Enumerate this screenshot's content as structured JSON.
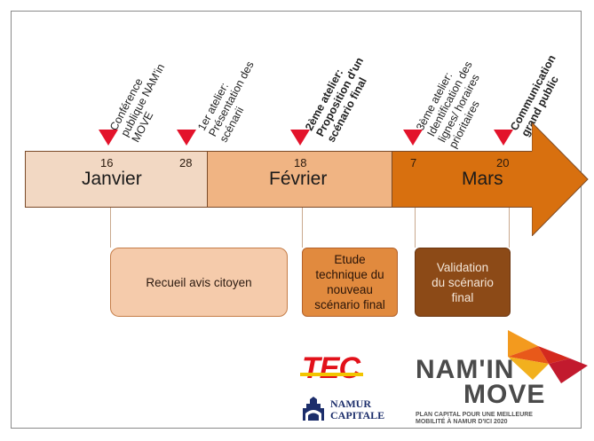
{
  "events": [
    {
      "label": "Conférence\npublique NAM'in\nMOVE",
      "bold": false
    },
    {
      "label": "1er atelier:\nPrésentation des\nscénarii",
      "bold": false
    },
    {
      "label": "2ème atelier:\nProposition d'un\nscénario final",
      "bold": true
    },
    {
      "label": "3ème atelier:\nIdentification des\nlignes/ horaires\nprioritaires",
      "bold": false
    },
    {
      "label": "Communication\ngrand public",
      "bold": true
    }
  ],
  "timeline": {
    "months": [
      {
        "name": "Janvier",
        "days": [
          "16",
          "28"
        ]
      },
      {
        "name": "Février",
        "days": [
          "18"
        ]
      },
      {
        "name": "Mars",
        "days": [
          "7",
          "20"
        ]
      }
    ]
  },
  "phases": [
    "Recueil avis citoyen",
    "Etude\ntechnique du\nnouveau\nscénario final",
    "Validation\ndu scénario\nfinal"
  ],
  "logos": {
    "tec": "TEC",
    "namur_capitale": "NAMUR\nCAPITALE",
    "namin_move_line1": "NAM'IN",
    "namin_move_line2": "MOVE",
    "namin_move_tagline": "PLAN CAPITAL POUR UNE MEILLEURE\nMOBILITÉ À NAMUR D'ICI 2020"
  },
  "colors": {
    "marker": "#e3132b",
    "january": "#f2d8c3",
    "february": "#f0b483",
    "march": "#d8700f",
    "phase_light": "#f5cbab",
    "phase_mid": "#e18a3e",
    "phase_dark": "#8c4a17"
  }
}
